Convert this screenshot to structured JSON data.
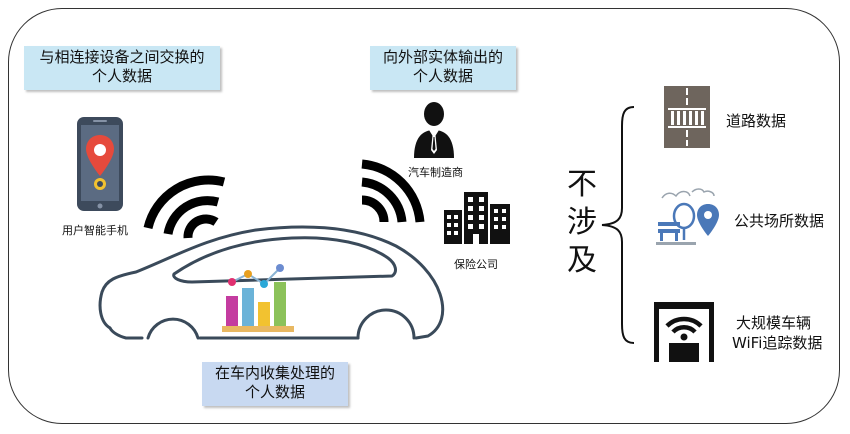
{
  "boxes": {
    "exchanged": {
      "line1": "与相连接设备之间交换的",
      "line2": "个人数据"
    },
    "output": {
      "line1": "向外部实体输出的",
      "line2": "个人数据"
    },
    "in_vehicle": {
      "line1": "在车内收集处理的",
      "line2": "个人数据"
    }
  },
  "labels": {
    "smartphone": "用户智能手机",
    "manufacturer": "汽车制造商",
    "insurance": "保险公司"
  },
  "exclusion": {
    "title_chars": [
      "不",
      "涉",
      "及"
    ],
    "items": [
      {
        "label": "道路数据",
        "icon": "road-icon"
      },
      {
        "label": "公共场所数据",
        "icon": "public-place-icon"
      },
      {
        "label_line1": "大规模车辆",
        "label_line2": "WiFi追踪数据",
        "icon": "wifi-tracking-icon"
      }
    ]
  },
  "colors": {
    "box_blue": "#c9e7f4",
    "box_lavender": "#c8d9f1",
    "phone_pin": "#e64a3c",
    "icon_gray": "#6e655d",
    "icon_blue": "#4a78b8"
  }
}
